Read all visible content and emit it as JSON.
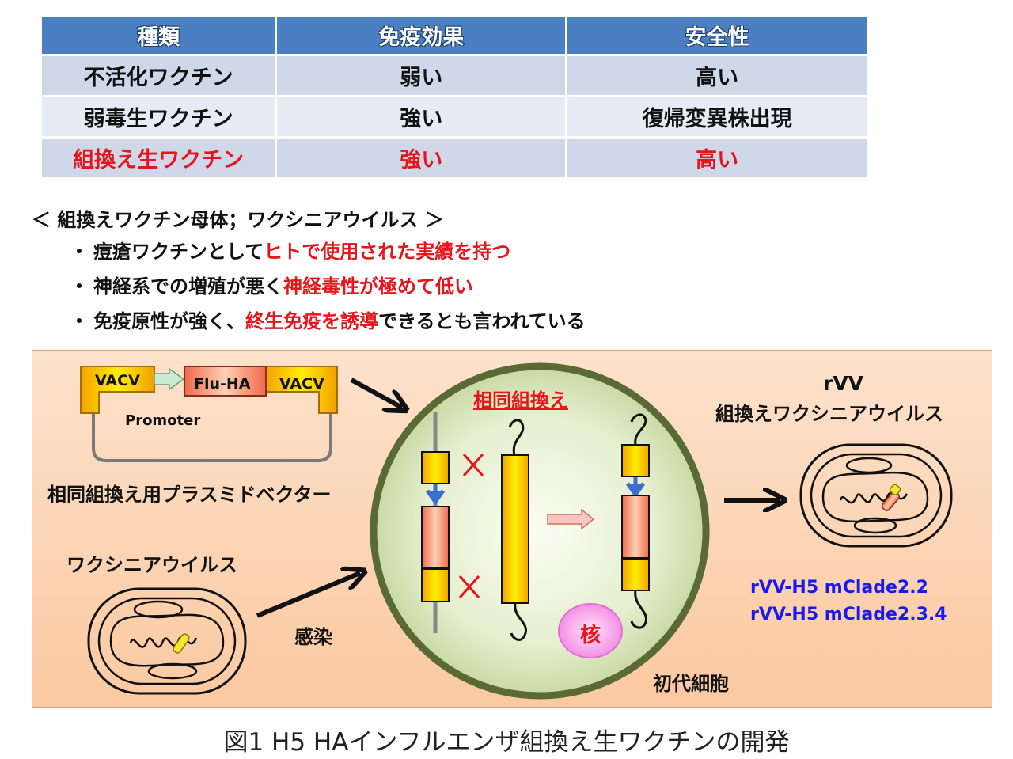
{
  "table": {
    "headers": [
      "種類",
      "免疫効果",
      "安全性"
    ],
    "rows": [
      [
        "不活化ワクチン",
        "弱い",
        "高い"
      ],
      [
        "弱毒生ワクチン",
        "強い",
        "復帰変異株出現"
      ],
      [
        "組換え生ワクチン",
        "強い",
        "高い"
      ]
    ]
  },
  "text": {
    "heading": "＜ 組換えワクチン母体；ワクシニアウイルス ＞",
    "bullet_marker": "・",
    "bullets": [
      {
        "plain": "痘瘡ワクチンとして",
        "highlight": "ヒトで使用された実績を持つ",
        "tail": ""
      },
      {
        "plain": "神経系での増殖が悪く",
        "highlight": "神経毒性が極めて低い",
        "tail": ""
      },
      {
        "plain": "免疫原性が強く、",
        "highlight": "終生免疫を誘導",
        "tail": "できるとも言われている"
      }
    ]
  },
  "diagram": {
    "plasmid": {
      "vacv_left": "VACV",
      "flu_ha": "Flu-HA",
      "vacv_right": "VACV",
      "promoter": "Promoter"
    },
    "plasmid_label": "相同組換え用プラスミドベクター",
    "vaccinia_label": "ワクシニアウイルス",
    "infection_label": "感染",
    "recombination_label": "相同組換え",
    "nucleus_label": "核",
    "cell_label": "初代細胞",
    "rvv_title": "rVV",
    "rvv_subtitle": "組換えワクシニアウイルス",
    "strains": [
      "rVV-H5 mClade2.2",
      "rVV-H5 mClade2.3.4"
    ],
    "colors": {
      "red": "#e8141b",
      "blue": "#1a1aee",
      "header_blue": "#4a7fc2",
      "cell_border": "#5a6a34",
      "nucleus": "#f7b3ee"
    }
  },
  "caption": "図1 H5 HAインフルエンザ組換え生ワクチンの開発"
}
